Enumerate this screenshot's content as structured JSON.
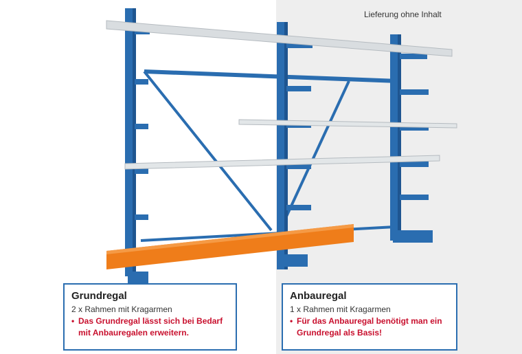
{
  "note": "Lieferung ohne Inhalt",
  "left_box": {
    "title": "Grundregal",
    "subtitle": "2 x Rahmen mit Kragarmen",
    "bullet": "Das Grundregal lässt sich bei Bedarf mit Anbauregalen erweitern."
  },
  "right_box": {
    "title": "Anbauregal",
    "subtitle": "1 x Rahmen mit Kragarmen",
    "bullet": "Für das Anbauregal benötigt man ein Grundregal als Basis!"
  },
  "colors": {
    "frame_blue": "#2a6db0",
    "beam_orange": "#ef7d1a",
    "shelf_gray": "#d9dde0",
    "border_blue": "#2a6db0",
    "bullet_red": "#c8102e",
    "right_bg": "#eeeeee"
  }
}
